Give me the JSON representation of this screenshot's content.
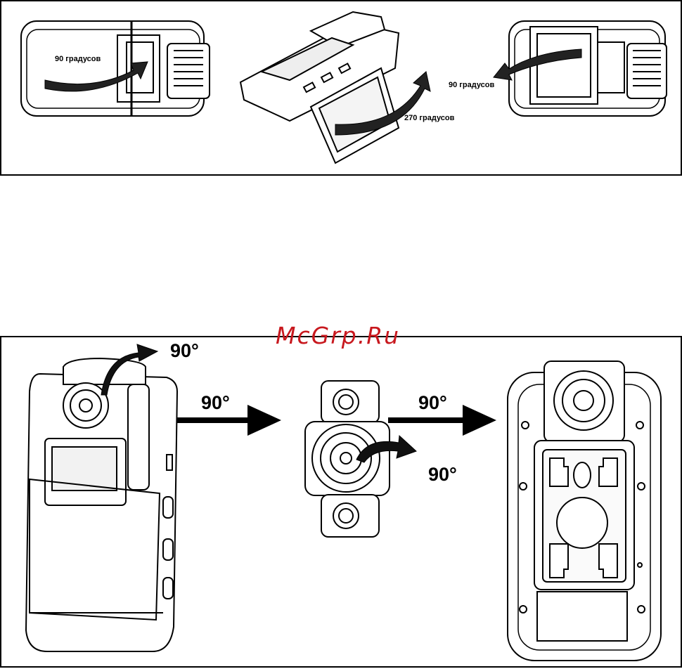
{
  "top_panel": {
    "label_left": "90 градусов",
    "label_middle": "270 градусов",
    "label_right": "90 градусов"
  },
  "bottom_panel": {
    "label_top": "90°",
    "label_left_arrow": "90°",
    "label_right_arrow": "90°",
    "label_lens_rotate": "90°"
  },
  "watermark": "McGrp.Ru"
}
